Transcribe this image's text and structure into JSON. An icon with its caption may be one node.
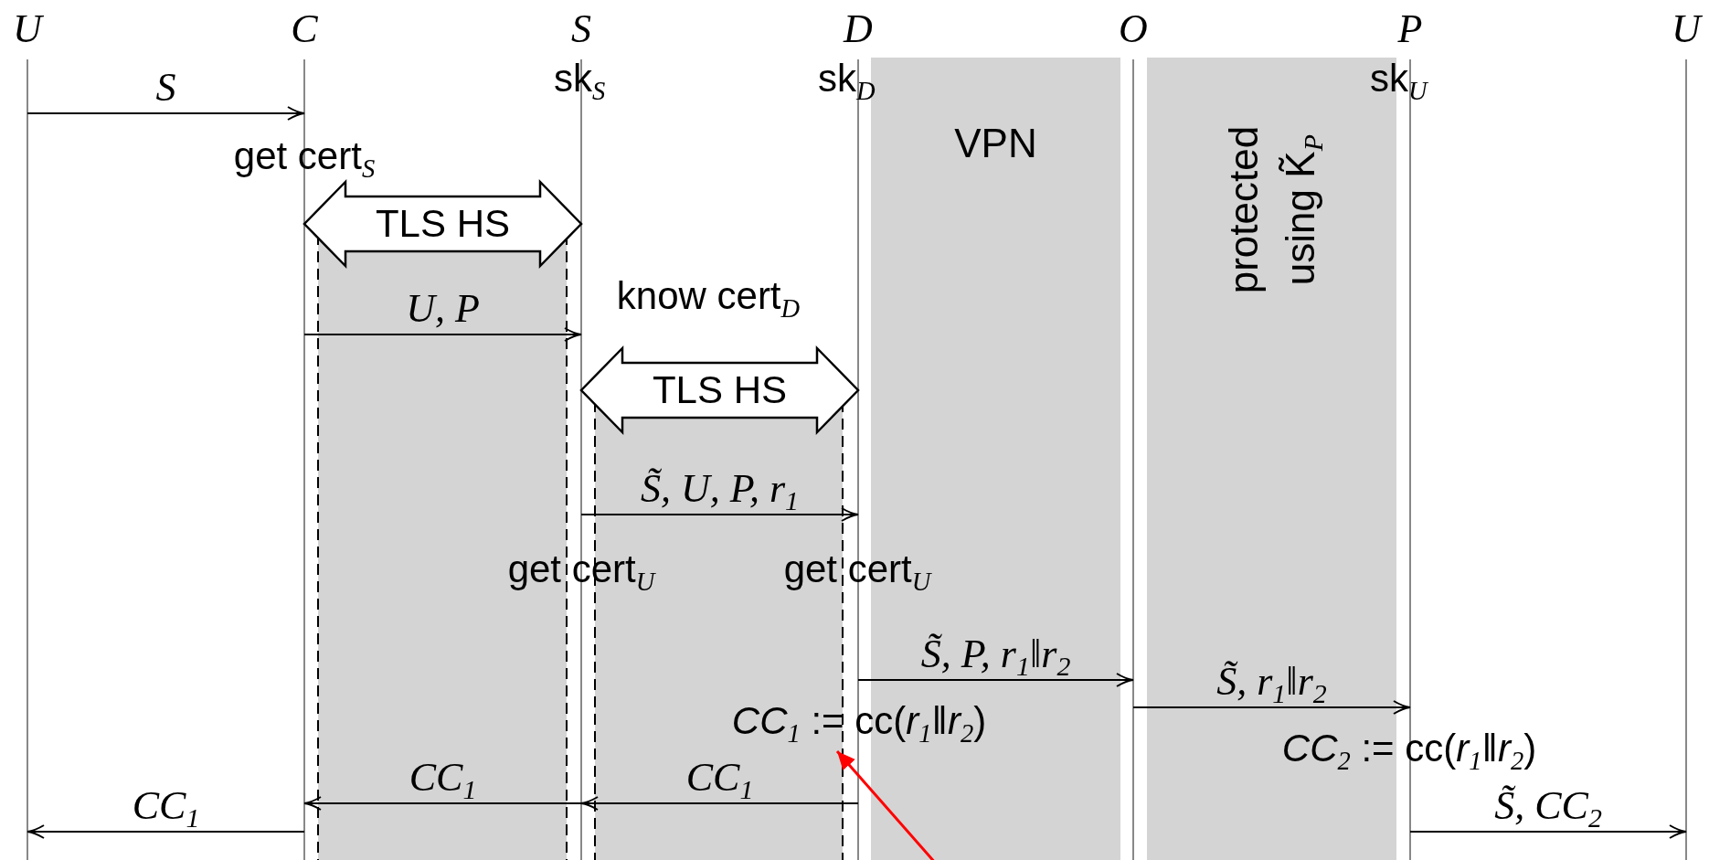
{
  "diagram": {
    "nodes": [
      {
        "text": [
          "U"
        ]
      },
      {
        "text": [
          "C"
        ]
      },
      {
        "text": [
          "S",
          "sk$_{S}$"
        ]
      },
      {
        "text": [
          "D",
          "sk$_{D}$"
        ]
      },
      {
        "text": [
          "O"
        ]
      },
      {
        "text": [
          "P",
          "sk$_{U}$"
        ]
      },
      {
        "text": [
          "U"
        ]
      }
    ],
    "edges": [
      {
        "from": 0,
        "to": 1,
        "arrow": "to",
        "label": "S"
      },
      {
        "from": 1,
        "to": 2,
        "arrow": "both",
        "label": "TLS HS",
        "style": "thick"
      },
      {
        "from": 1,
        "to": 2,
        "arrow": "to",
        "label": "U, P"
      },
      {
        "from": 2,
        "to": 3,
        "arrow": "both",
        "label": "TLS HS",
        "style": "thick"
      },
      {
        "from": 2,
        "to": 3,
        "arrow": "to",
        "label": "S̃, U, P, r$_{1}$"
      },
      {
        "from": 3,
        "to": 4,
        "arrow": "to",
        "label": "S̃, P, r$_{1}$‖r$_{2}$"
      },
      {
        "from": 4,
        "to": 5,
        "arrow": "to",
        "label": "S̃, r$_{1}$‖r$_{2}$"
      },
      {
        "from": 3,
        "to": 2,
        "arrow": "to",
        "label": "CC$_{1}$"
      },
      {
        "from": 2,
        "to": 1,
        "arrow": "to",
        "label": "CC$_{1}$"
      },
      {
        "from": 1,
        "to": 0,
        "arrow": "to",
        "label": "CC$_{1}$"
      },
      {
        "from": 5,
        "to": 6,
        "arrow": "to",
        "label": "S̃, CC$_{2}$"
      },
      {
        "from": null,
        "to": 3,
        "arrow": "to",
        "color": "#ff0000"
      }
    ],
    "labels": [
      "VPN",
      "protected using K̃$_{P}$",
      "get cert$_{S}$",
      "know cert$_{D}$",
      "get cert$_{U}$",
      "get cert$_{U}$",
      "*CC*$_{1}$ := cc(*r*$_{1}$‖*r*$_{2}$)",
      "*CC*$_{2}$ := cc(*r*$_{1}$‖*r*$_{2}$)"
    ]
  }
}
